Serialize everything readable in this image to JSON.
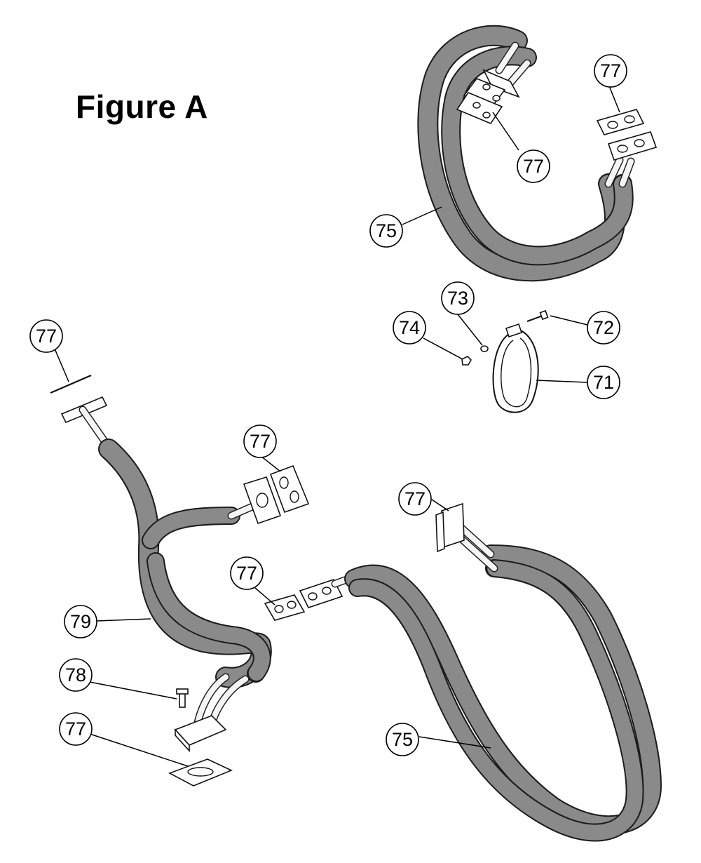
{
  "figure": {
    "title": "Figure A"
  },
  "callouts": [
    {
      "id": "c-77-top-right",
      "number": "77"
    },
    {
      "id": "c-77-top-mid",
      "number": "77"
    },
    {
      "id": "c-75-top",
      "number": "75"
    },
    {
      "id": "c-73",
      "number": "73"
    },
    {
      "id": "c-74",
      "number": "74"
    },
    {
      "id": "c-72",
      "number": "72"
    },
    {
      "id": "c-71",
      "number": "71"
    },
    {
      "id": "c-77-left-top",
      "number": "77"
    },
    {
      "id": "c-77-mid",
      "number": "77"
    },
    {
      "id": "c-77-right-flange",
      "number": "77"
    },
    {
      "id": "c-77-center",
      "number": "77"
    },
    {
      "id": "c-79",
      "number": "79"
    },
    {
      "id": "c-78",
      "number": "78"
    },
    {
      "id": "c-77-bottom-left",
      "number": "77"
    },
    {
      "id": "c-75-bottom",
      "number": "75"
    }
  ]
}
